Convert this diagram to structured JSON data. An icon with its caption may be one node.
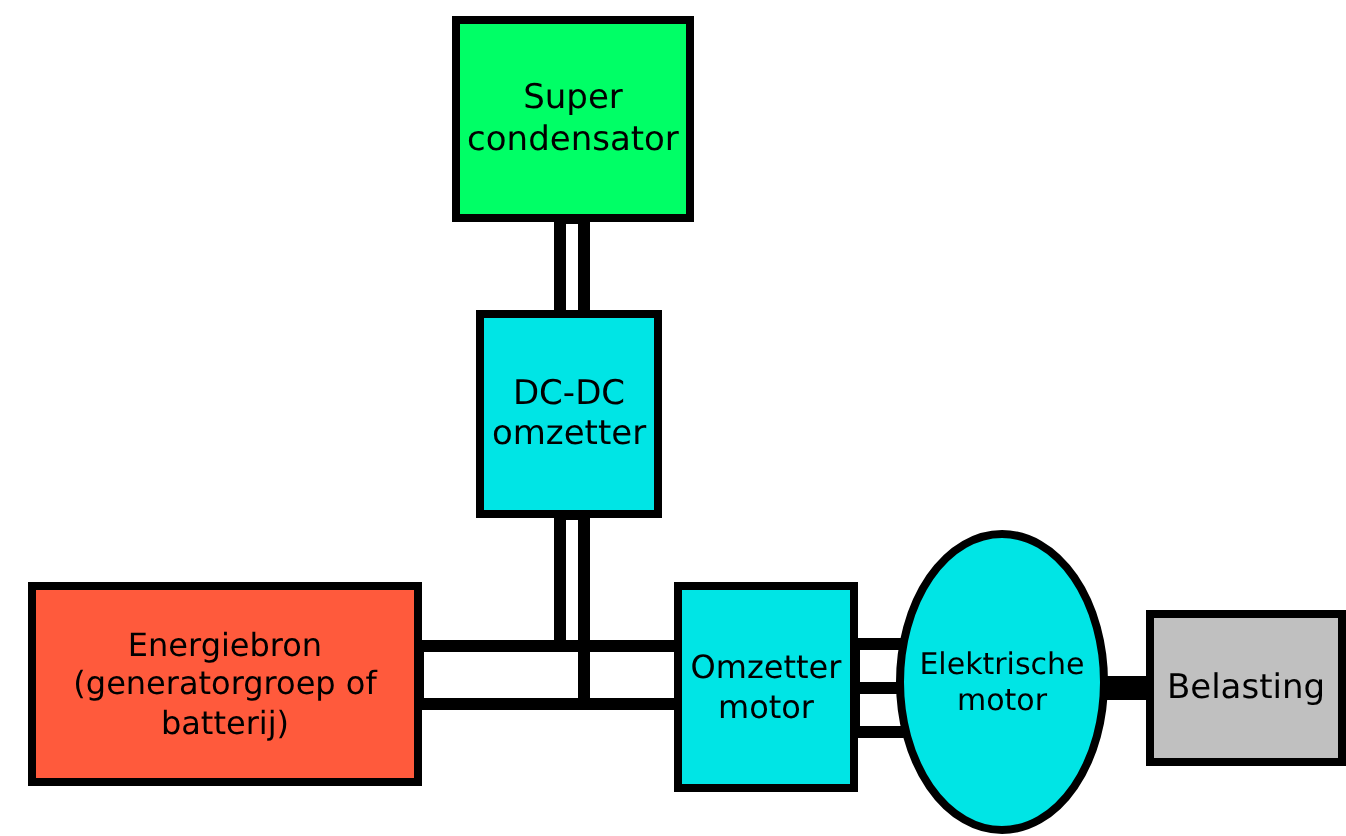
{
  "diagram": {
    "nodes": [
      {
        "text": [
          "Super condensator"
        ]
      },
      {
        "text": [
          "DC-DC omzetter"
        ]
      },
      {
        "text": [
          "Energiebron",
          "(generatorgroep of batterij)"
        ]
      },
      {
        "text": [
          "Omzetter motor"
        ]
      },
      {
        "text": [
          "Elektrische motor"
        ]
      },
      {
        "text": [
          "Belasting"
        ]
      }
    ],
    "edges": [
      {
        "from": 0,
        "to": 1,
        "arrow": "none"
      },
      {
        "from": 2,
        "to": 3,
        "arrow": "none"
      },
      {
        "from": 1,
        "to": 3,
        "arrow": "none"
      },
      {
        "from": 3,
        "to": 4,
        "arrow": "none"
      },
      {
        "from": 4,
        "to": 5,
        "arrow": "none",
        "style": "thick"
      }
    ]
  }
}
